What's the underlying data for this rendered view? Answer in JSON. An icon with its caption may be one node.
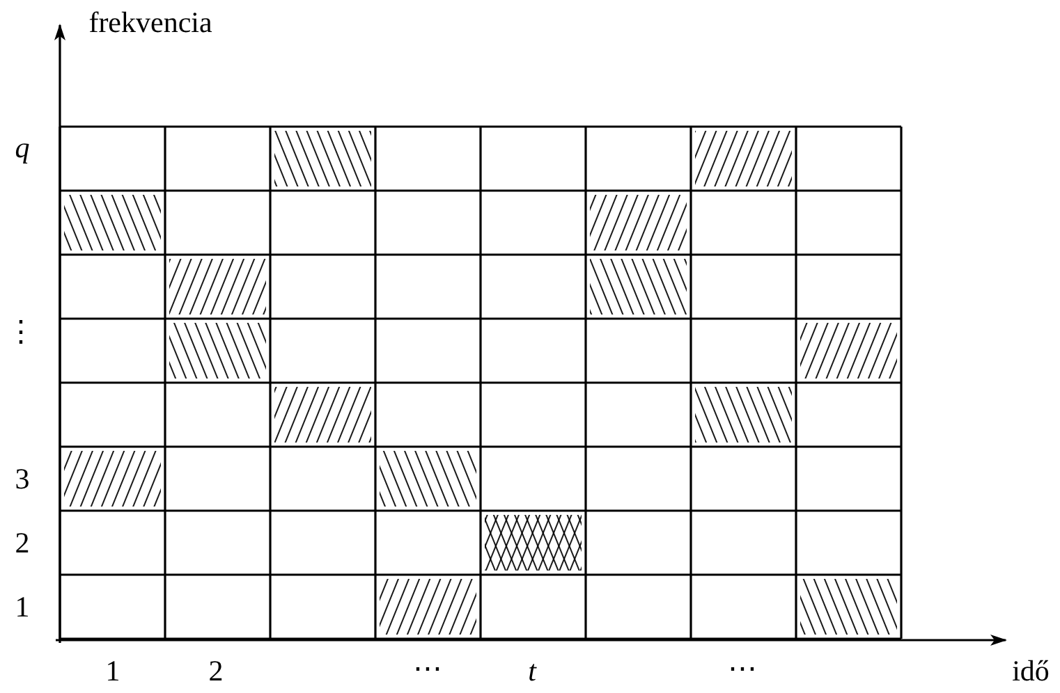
{
  "diagram": {
    "labels": [
      "frekvencia",
      "q",
      "⋮",
      "3",
      "2",
      "1",
      "1",
      "2",
      "⋯",
      "t",
      "⋯",
      "idő"
    ]
  }
}
